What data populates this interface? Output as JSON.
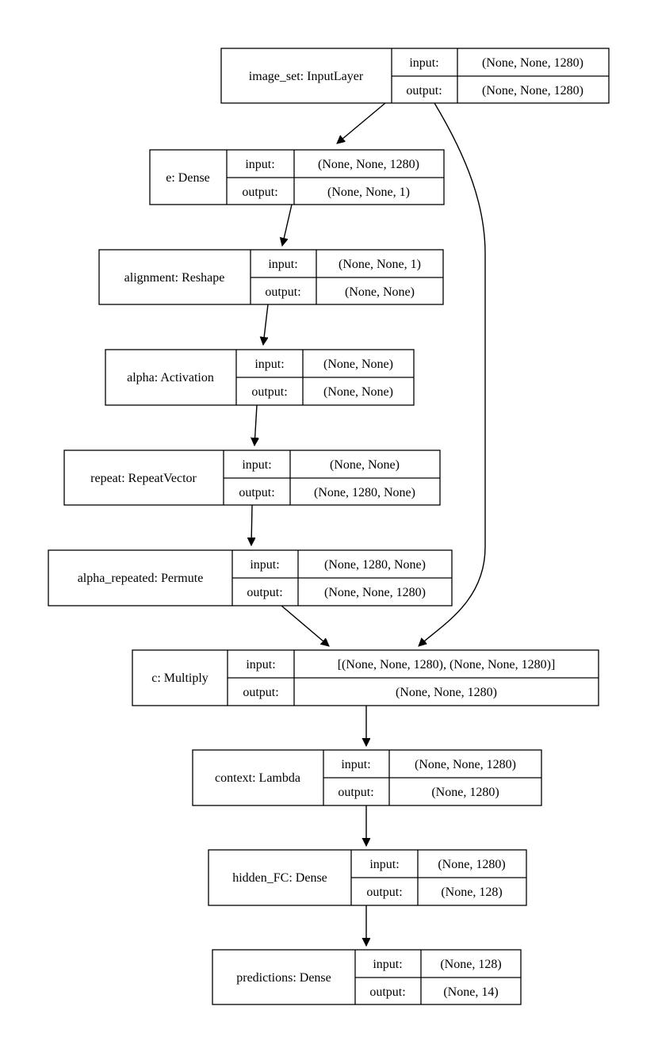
{
  "nodes": [
    {
      "id": "image_set",
      "label": "image_set: InputLayer",
      "in_label": "input:",
      "out_label": "output:",
      "input": "(None, None, 1280)",
      "output": "(None, None, 1280)"
    },
    {
      "id": "e",
      "label": "e: Dense",
      "in_label": "input:",
      "out_label": "output:",
      "input": "(None, None, 1280)",
      "output": "(None, None, 1)"
    },
    {
      "id": "alignment",
      "label": "alignment: Reshape",
      "in_label": "input:",
      "out_label": "output:",
      "input": "(None, None, 1)",
      "output": "(None, None)"
    },
    {
      "id": "alpha",
      "label": "alpha: Activation",
      "in_label": "input:",
      "out_label": "output:",
      "input": "(None, None)",
      "output": "(None, None)"
    },
    {
      "id": "repeat",
      "label": "repeat: RepeatVector",
      "in_label": "input:",
      "out_label": "output:",
      "input": "(None, None)",
      "output": "(None, 1280, None)"
    },
    {
      "id": "alpha_repeated",
      "label": "alpha_repeated: Permute",
      "in_label": "input:",
      "out_label": "output:",
      "input": "(None, 1280, None)",
      "output": "(None, None, 1280)"
    },
    {
      "id": "c",
      "label": "c: Multiply",
      "in_label": "input:",
      "out_label": "output:",
      "input": "[(None, None, 1280), (None, None, 1280)]",
      "output": "(None, None, 1280)"
    },
    {
      "id": "context",
      "label": "context: Lambda",
      "in_label": "input:",
      "out_label": "output:",
      "input": "(None, None, 1280)",
      "output": "(None, 1280)"
    },
    {
      "id": "hidden_FC",
      "label": "hidden_FC: Dense",
      "in_label": "input:",
      "out_label": "output:",
      "input": "(None, 1280)",
      "output": "(None, 128)"
    },
    {
      "id": "predictions",
      "label": "predictions: Dense",
      "in_label": "input:",
      "out_label": "output:",
      "input": "(None, 128)",
      "output": "(None, 14)"
    }
  ],
  "edges": [
    {
      "from": "image_set",
      "to": "e"
    },
    {
      "from": "e",
      "to": "alignment"
    },
    {
      "from": "alignment",
      "to": "alpha"
    },
    {
      "from": "alpha",
      "to": "repeat"
    },
    {
      "from": "repeat",
      "to": "alpha_repeated"
    },
    {
      "from": "alpha_repeated",
      "to": "c"
    },
    {
      "from": "image_set",
      "to": "c"
    },
    {
      "from": "c",
      "to": "context"
    },
    {
      "from": "context",
      "to": "hidden_FC"
    },
    {
      "from": "hidden_FC",
      "to": "predictions"
    }
  ]
}
